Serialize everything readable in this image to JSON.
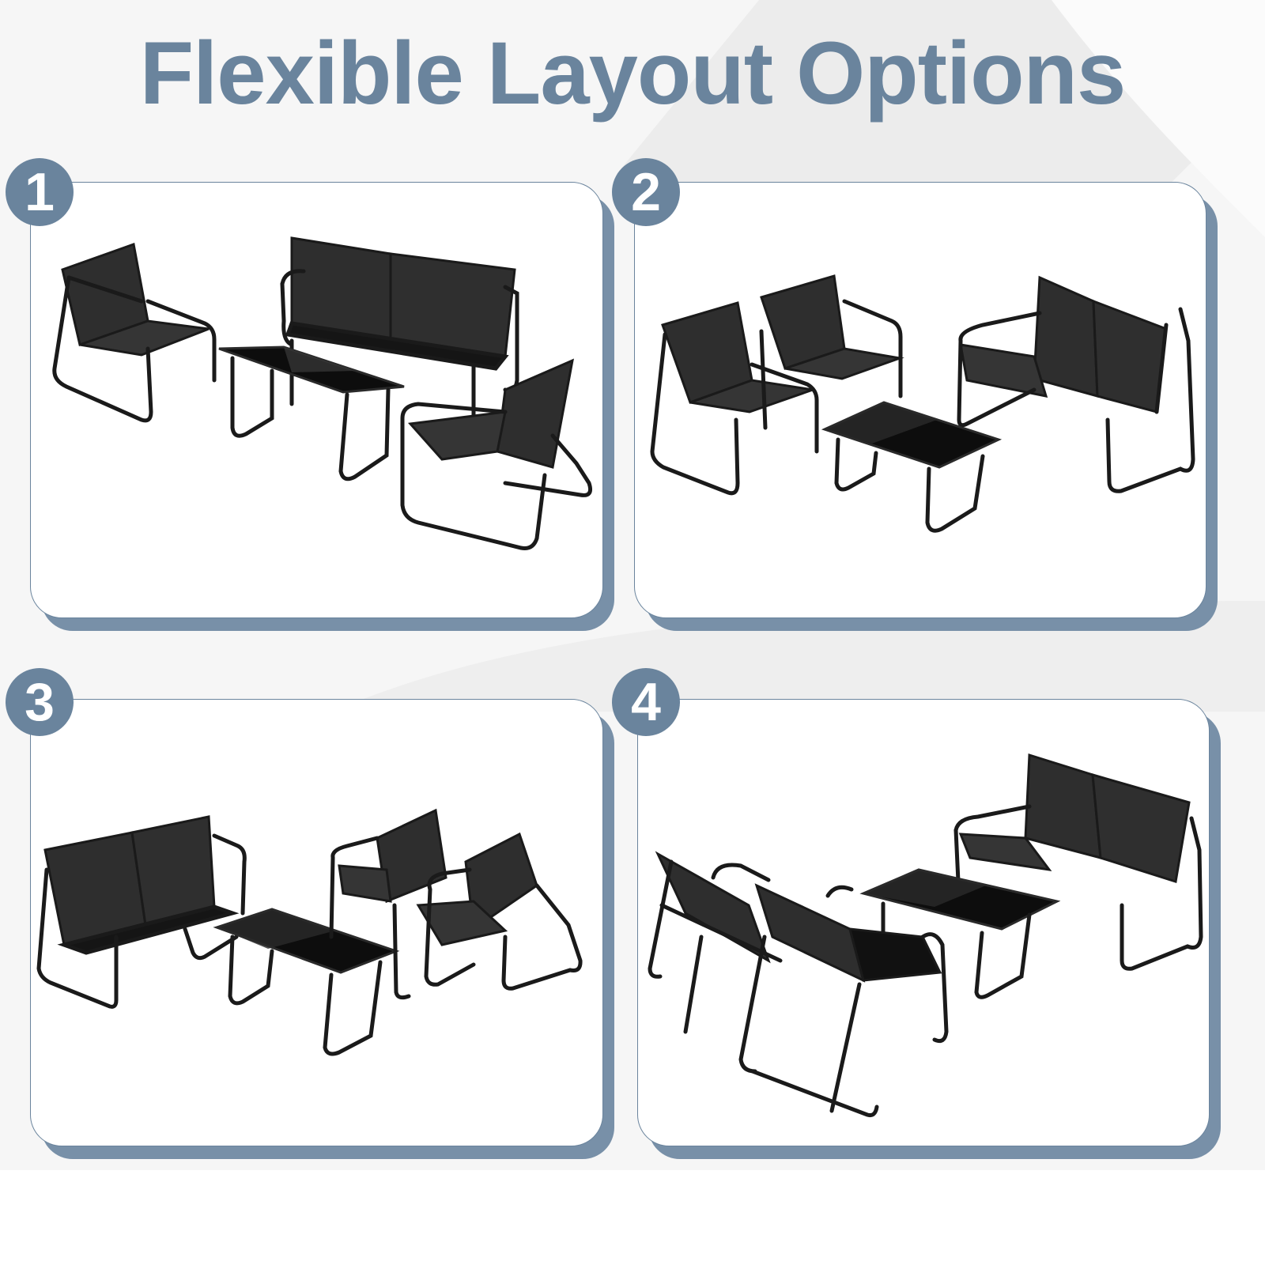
{
  "title": "Flexible Layout Options",
  "colors": {
    "accent": "#6a849d",
    "shadow": "#7890a8",
    "panel_bg": "#ffffff",
    "page_bg": "#f6f6f6",
    "furniture_frame": "#1a1a1a",
    "furniture_sling": "#2e2e2e",
    "table_glass": "#0d0d0d"
  },
  "layouts": [
    {
      "number": "1",
      "items": [
        "armchair",
        "loveseat",
        "glass coffee table",
        "armchair"
      ]
    },
    {
      "number": "2",
      "items": [
        "armchair",
        "armchair",
        "loveseat",
        "glass coffee table"
      ]
    },
    {
      "number": "3",
      "items": [
        "loveseat",
        "glass coffee table",
        "armchair",
        "armchair"
      ]
    },
    {
      "number": "4",
      "items": [
        "armchair",
        "armchair",
        "glass coffee table",
        "loveseat"
      ]
    }
  ]
}
